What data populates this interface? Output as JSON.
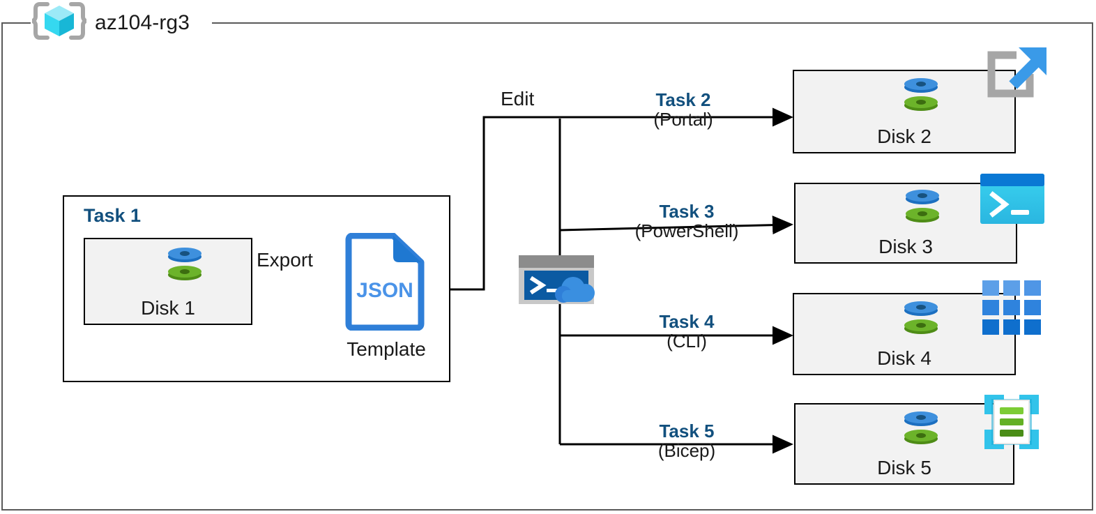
{
  "resource_group": {
    "name": "az104-rg3",
    "icon": "resource-group-cube-icon"
  },
  "task1": {
    "label": "Task 1",
    "disk": {
      "caption": "Disk 1",
      "icon": "managed-disk-icon"
    },
    "export_label": "Export",
    "template": {
      "icon": "json-file-icon",
      "icon_text": "JSON",
      "caption": "Template"
    }
  },
  "edit": {
    "label": "Edit",
    "shell_icon": "cloud-shell-icon"
  },
  "branches": [
    {
      "task": "Task 2",
      "tool": "(Portal)",
      "disk_caption": "Disk 2",
      "disk_icon": "managed-disk-icon",
      "tool_icon": "azure-portal-icon"
    },
    {
      "task": "Task 3",
      "tool": "(PowerShell)",
      "disk_caption": "Disk 3",
      "disk_icon": "managed-disk-icon",
      "tool_icon": "powershell-icon"
    },
    {
      "task": "Task 4",
      "tool": "(CLI)",
      "disk_caption": "Disk 4",
      "disk_icon": "managed-disk-icon",
      "tool_icon": "azure-cli-icon"
    },
    {
      "task": "Task 5",
      "tool": "(Bicep)",
      "disk_caption": "Disk 5",
      "disk_icon": "managed-disk-icon",
      "tool_icon": "bicep-icon"
    }
  ],
  "colors": {
    "task_blue": "#12507e",
    "container_border": "#595959",
    "box_border": "#000000",
    "box_fill": "#f2f2f2",
    "disk_blue": "#3e90dd",
    "disk_green": "#6cb32a",
    "json_blue": "#2f7fd8",
    "cyan": "#32c3ea",
    "connector": "#000000"
  }
}
